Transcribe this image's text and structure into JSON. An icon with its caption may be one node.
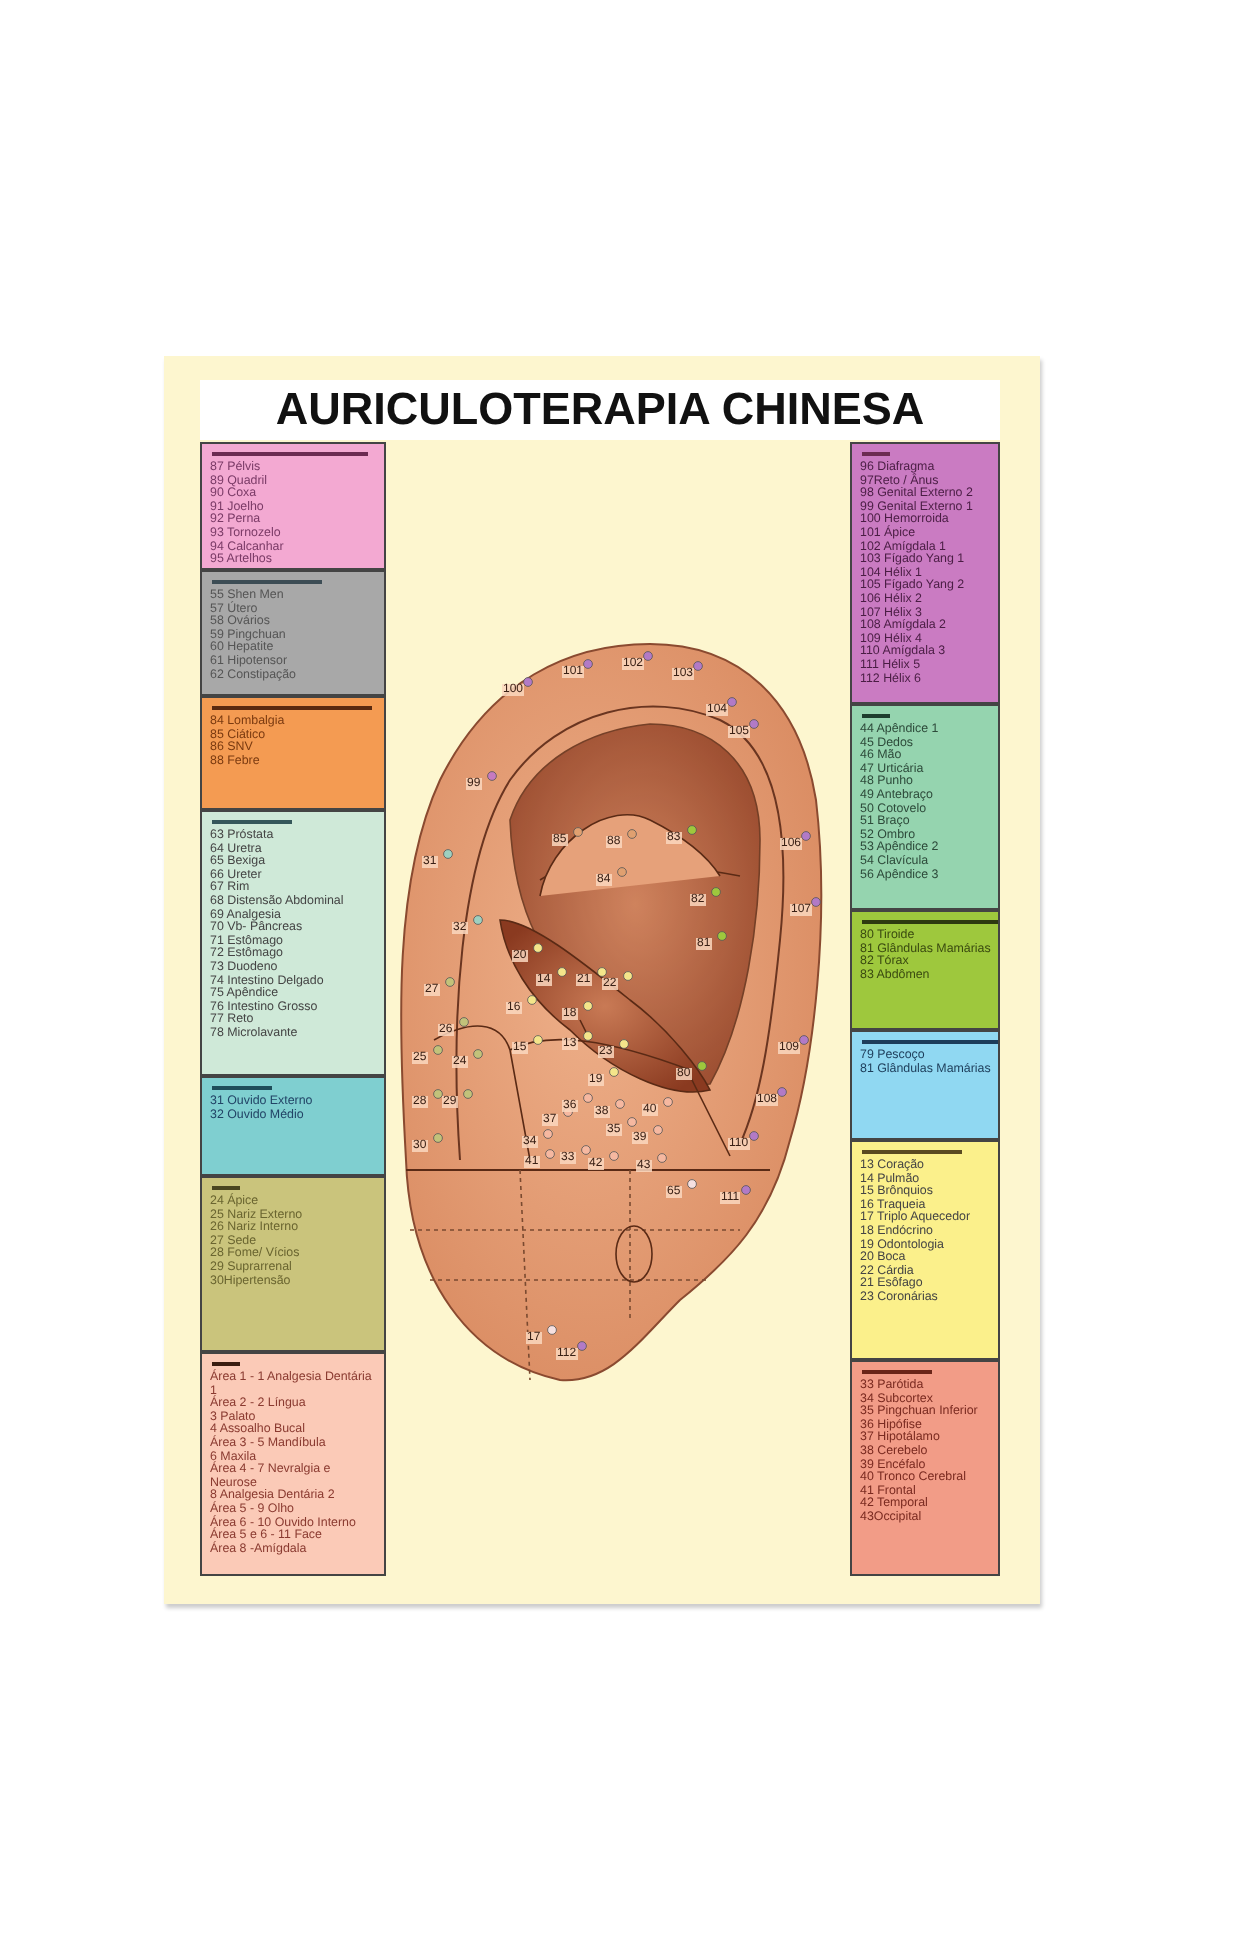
{
  "diagram": {
    "title": "AURICULOTERAPIA CHINESA",
    "nodes": [
      {
        "text": [
          "87 Pélvis",
          "89 Quadril",
          "90 Coxa",
          "91 Joelho",
          "92 Perna",
          "93 Tornozelo",
          "94 Calcanhar",
          "95 Artelhos"
        ]
      },
      {
        "text": [
          "55 Shen Men",
          "57 Útero",
          "58 Ovários",
          "59 Pingchuan",
          "60 Hepatite",
          "61 Hipotensor",
          "62 Constipação"
        ]
      },
      {
        "text": [
          "84 Lombalgia",
          "85 Ciático",
          "86 SNV",
          "88 Febre"
        ]
      },
      {
        "text": [
          "63 Próstata",
          "64 Uretra",
          "65 Bexiga",
          "66 Ureter",
          "67 Rim",
          "68 Distensão Abdominal",
          "69 Analgesia",
          "70 Vb- Pâncreas",
          "71 Estômago",
          "72 Estômago",
          "73 Duodeno",
          "74 Intestino Delgado",
          "75 Apêndice",
          "76 Intestino Grosso",
          "77 Reto",
          "78 Microlavante"
        ]
      },
      {
        "text": [
          "31 Ouvido Externo",
          "32 Ouvido Médio"
        ]
      },
      {
        "text": [
          "24 Ápice",
          "25 Nariz Externo",
          "26 Nariz Interno",
          "27 Sede",
          "28 Fome/ Vícios",
          "29 Suprarrenal",
          "30Hipertensão"
        ]
      },
      {
        "text": [
          "Área 1 - 1 Analgesia Dentária 1",
          "Área 2 - 2 Língua",
          "3 Palato",
          "4 Assoalho Bucal",
          "Área 3 - 5 Mandíbula",
          "6 Maxila",
          "Área 4 - 7 Nevralgia e Neurose",
          "8 Analgesia Dentária 2",
          "Área 5 - 9 Olho",
          "Área 6 - 10 Ouvido Interno",
          "Área 5 e 6 - 11 Face",
          "Área 8 -Amígdala"
        ]
      },
      {
        "text": [
          "96 Diafragma",
          "97Reto / Ânus",
          "98 Genital Externo 2",
          "99 Genital Externo 1",
          "100 Hemorroida",
          "101 Ápice",
          "102 Amígdala 1",
          "103 Fígado Yang 1",
          "104 Hélix 1",
          "105 Fígado Yang 2",
          "106 Hélix 2",
          "107 Hélix 3",
          "108 Amígdala 2",
          "109 Hélix 4",
          "110 Amígdala 3",
          "111 Hélix 5",
          "112 Hélix 6"
        ]
      },
      {
        "text": [
          "44 Apêndice 1",
          "45 Dedos",
          "46 Mão",
          "47 Urticária",
          "48 Punho",
          "49 Antebraço",
          "50 Cotovelo",
          "51 Braço",
          "52 Ombro",
          "53 Apêndice 2",
          "54 Clavícula",
          "56 Apêndice 3"
        ]
      },
      {
        "text": [
          "80 Tiroide",
          "81 Glândulas Mamárias",
          "82 Tórax",
          "83 Abdômen"
        ]
      },
      {
        "text": [
          "79 Pescoço",
          "81 Glândulas Mamárias"
        ]
      },
      {
        "text": [
          "13 Coração",
          "14 Pulmão",
          "15 Brônquios",
          "16 Traqueia",
          "17 Triplo Aquecedor",
          "18 Endócrino",
          "19 Odontologia",
          "20 Boca",
          "22 Cárdia",
          "21 Esôfago",
          "23 Coronárias"
        ]
      },
      {
        "text": [
          "33 Parótida",
          "34 Subcortex",
          "35 Pingchuan Inferior",
          "36 Hipófise",
          "37 Hipotálamo",
          "38 Cerebelo",
          "39 Encéfalo",
          "40 Tronco Cerebral",
          "41 Frontal",
          "42 Temporal",
          "43Occipital"
        ]
      }
    ],
    "edges": [],
    "labels": [
      "102",
      "101",
      "103",
      "100",
      "104",
      "105",
      "99",
      "85",
      "88",
      "83",
      "106",
      "31",
      "84",
      "82",
      "107",
      "32",
      "81",
      "20",
      "14",
      "21",
      "22",
      "27",
      "16",
      "18",
      "26",
      "15",
      "13",
      "25",
      "24",
      "23",
      "80",
      "109",
      "19",
      "28",
      "29",
      "108",
      "36",
      "40",
      "34",
      "37",
      "38",
      "35",
      "39",
      "30",
      "110",
      "41",
      "33",
      "42",
      "43",
      "65",
      "111",
      "17",
      "112"
    ]
  }
}
